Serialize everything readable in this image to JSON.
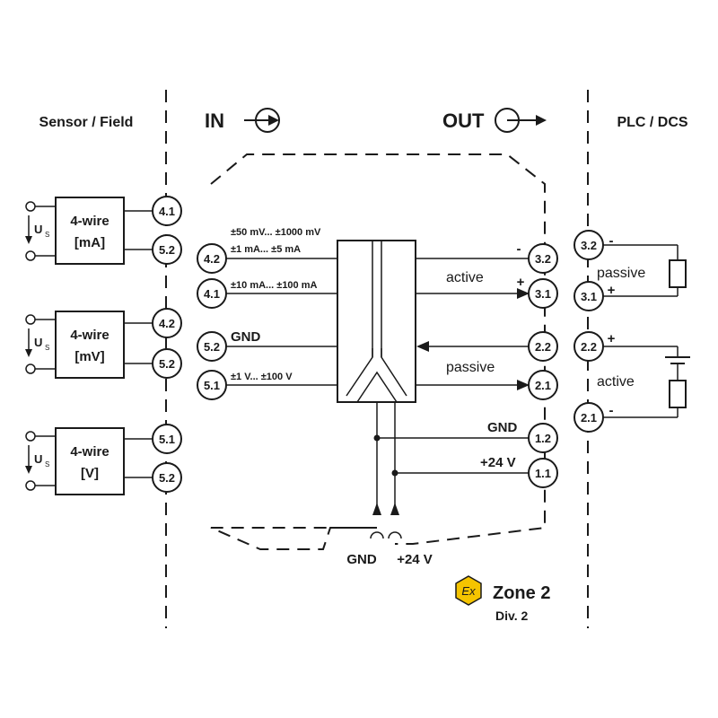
{
  "zones": {
    "sensor_field": "Sensor / Field",
    "in": "IN",
    "out": "OUT",
    "plc_dcs": "PLC / DCS"
  },
  "sensors": [
    {
      "line1": "4-wire",
      "line2": "[mA]",
      "us": "U",
      "us_sub": "S",
      "t1": "4.1",
      "t2": "5.2"
    },
    {
      "line1": "4-wire",
      "line2": "[mV]",
      "us": "U",
      "us_sub": "S",
      "t1": "4.2",
      "t2": "5.2"
    },
    {
      "line1": "4-wire",
      "line2": "[V]",
      "us": "U",
      "us_sub": "S",
      "t1": "5.1",
      "t2": "5.2"
    }
  ],
  "inputs": [
    {
      "terminal": "4.2",
      "label1": "±50 mV... ±1000 mV",
      "label2": "±1 mA... ±5 mA"
    },
    {
      "terminal": "4.1",
      "label1": "±10 mA... ±100 mA"
    },
    {
      "terminal": "5.2",
      "label1": "GND"
    },
    {
      "terminal": "5.1",
      "label1": "±1 V... ±100 V"
    }
  ],
  "outputs": [
    {
      "terminal": "3.2",
      "sign": "-"
    },
    {
      "terminal": "3.1",
      "sign": "+",
      "label": "active"
    },
    {
      "terminal": "2.2"
    },
    {
      "terminal": "2.1",
      "label": "passive"
    },
    {
      "terminal": "1.2",
      "label": "GND"
    },
    {
      "terminal": "1.1",
      "label": "+24 V"
    }
  ],
  "plc": [
    {
      "t_top": "3.2",
      "t_bot": "3.1",
      "sign_top": "-",
      "sign_bot": "+",
      "mode": "passive"
    },
    {
      "t_top": "2.2",
      "t_bot": "2.1",
      "sign_top": "+",
      "sign_bot": "-",
      "mode": "active"
    }
  ],
  "power": {
    "gnd": "GND",
    "v24": "+24 V"
  },
  "ex": {
    "symbol": "Ex",
    "zone": "Zone 2",
    "div": "Div. 2",
    "color": "#f5c400"
  }
}
